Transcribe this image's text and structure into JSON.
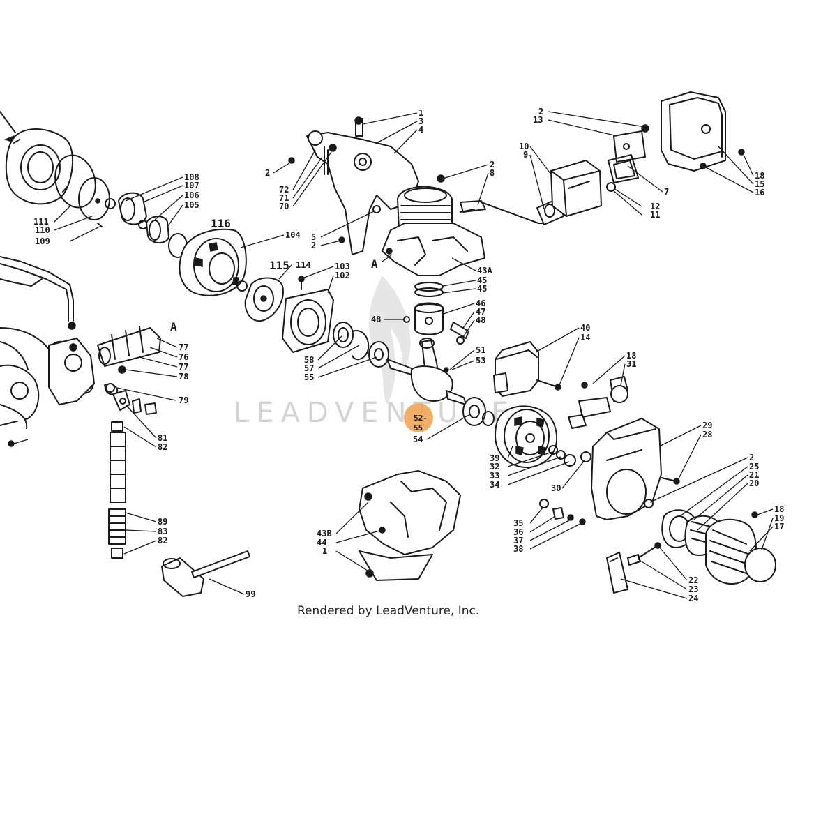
{
  "watermark": "LEADVENTURE",
  "credit": "Rendered by LeadVenture, Inc.",
  "hotspot": {
    "line1": "52-",
    "line2": "55",
    "color": "#f0a04b"
  },
  "callouts": {
    "c1": "1",
    "c3": "3",
    "c4": "4",
    "c2a": "2",
    "c72": "72",
    "c71": "71",
    "c70": "70",
    "c2b": "2",
    "c8": "8",
    "c5": "5",
    "c2c": "2",
    "cA1": "A",
    "c43A": "43A",
    "c45a": "45",
    "c45b": "45",
    "c46": "46",
    "c47": "47",
    "c48a": "48",
    "c48b": "48",
    "c51": "51",
    "c53": "53",
    "c52": "52-",
    "c55b": "55",
    "c54": "54",
    "c2d": "2",
    "c13": "13",
    "c10": "10",
    "c9": "9",
    "c7": "7",
    "c12": "12",
    "c11": "11",
    "c18a": "18",
    "c15": "15",
    "c16": "16",
    "c108": "108",
    "c107": "107",
    "c106": "106",
    "c105": "105",
    "c111": "111",
    "c110": "110",
    "c109": "109",
    "c116": "116",
    "c104": "104",
    "c115": "115",
    "c114": "114",
    "c103": "103",
    "c102": "102",
    "c58": "58",
    "c57": "57",
    "c55a": "55",
    "cA2": "A",
    "c77a": "77",
    "c76": "76",
    "c77b": "77",
    "c78": "78",
    "c79": "79",
    "c81": "81",
    "c82a": "82",
    "c89": "89",
    "c83": "83",
    "c82b": "82",
    "c99": "99",
    "c40": "40",
    "c14": "14",
    "c18b": "18",
    "c31": "31",
    "c29": "29",
    "c28": "28",
    "c2e": "2",
    "c25": "25",
    "c21": "21",
    "c20": "20",
    "c39": "39",
    "c32": "32",
    "c33": "33",
    "c34": "34",
    "c30": "30",
    "c35": "35",
    "c36": "36",
    "c37": "37",
    "c38": "38",
    "c18c": "18",
    "c19": "19",
    "c17": "17",
    "c22": "22",
    "c23": "23",
    "c24": "24",
    "c43B": "43B",
    "c44": "44",
    "c1b": "1"
  }
}
